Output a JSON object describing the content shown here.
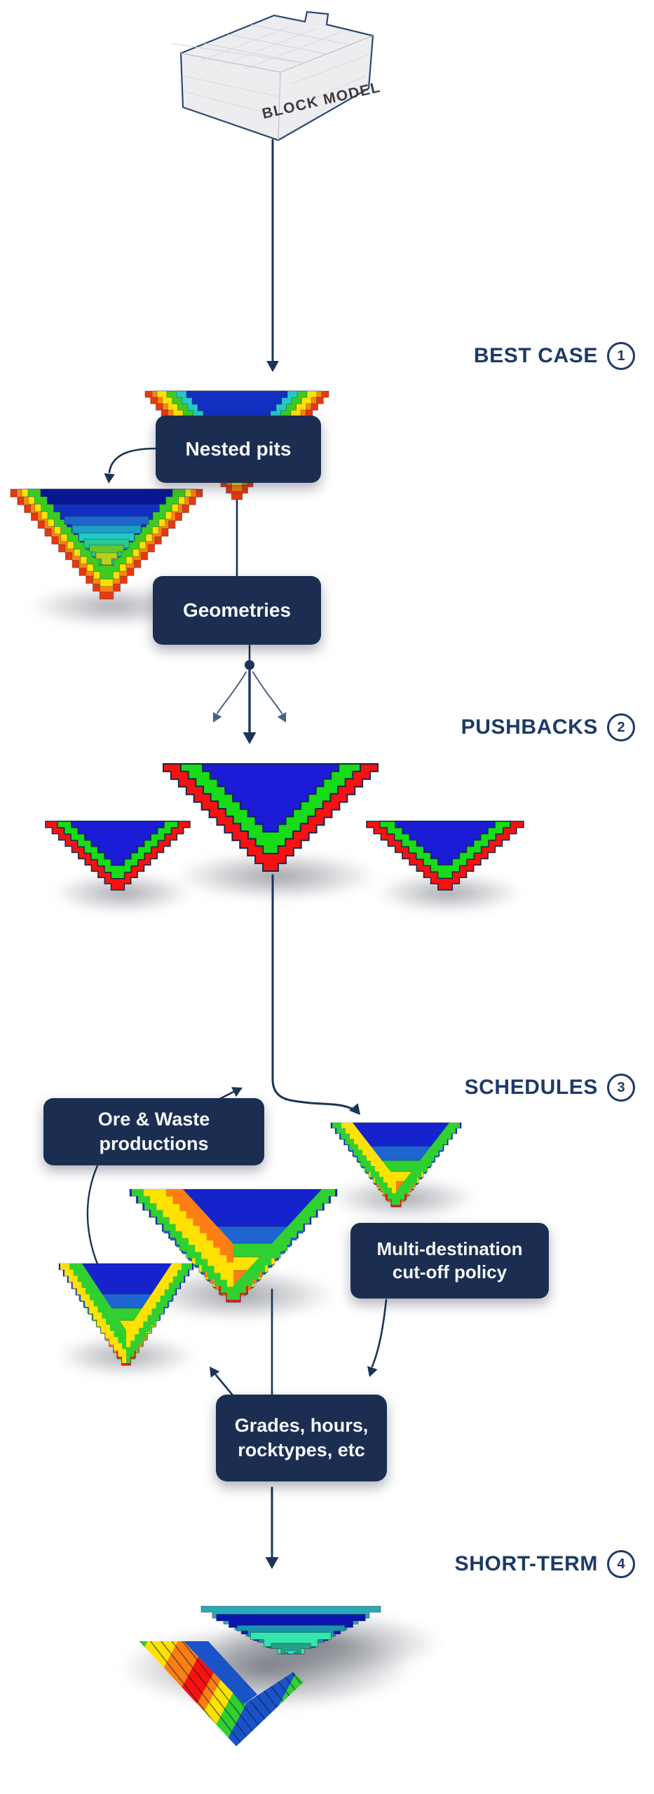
{
  "block_model": {
    "label": "BLOCK MODEL"
  },
  "steps": [
    {
      "label": "BEST CASE",
      "number": "1"
    },
    {
      "label": "PUSHBACKS",
      "number": "2"
    },
    {
      "label": "SCHEDULES",
      "number": "3"
    },
    {
      "label": "SHORT-TERM",
      "number": "4"
    }
  ],
  "boxes": {
    "nested_pits": {
      "label": "Nested pits"
    },
    "geometries": {
      "label": "Geometries"
    },
    "ore_waste": {
      "line1": "Ore & Waste",
      "line2": "productions"
    },
    "multi_destination": {
      "line1": "Multi-destination",
      "line2": "cut-off policy"
    },
    "grades": {
      "line1": "Grades, hours,",
      "line2": "rocktypes, etc"
    }
  },
  "colors": {
    "navy_box": "#1b2e51",
    "label": "#1d3a66",
    "line": "#1b3457",
    "line_soft": "#4a6480",
    "pit": {
      "red": "#f81111",
      "red_deep": "#e8380e",
      "orange": "#fd8514",
      "orange2": "#fd7e14",
      "yellow": "#ffe103",
      "green": "#3ccb22",
      "green_mid": "#2fd02f",
      "green_bright": "#17dc17",
      "blue": "#1b1bd8",
      "blue_dark": "#1423cc",
      "blue_mid": "#1e64d2",
      "navy_core": "#0a1793",
      "blue_core2": "#1130c0",
      "steel": "#2065c8",
      "teal": "#1b9fc4",
      "cyan": "#22c9c9",
      "sea": "#28c891",
      "lime": "#63c92c",
      "olive": "#b8cf1b",
      "bowl_teal": "#2aa9b6",
      "bowl_navy": "#0d13ad",
      "bowl_steel": "#1a93b2",
      "bowl_spring": "#33e6ac",
      "bowl_sea": "#2ba183",
      "bowl_cyan": "#1ae8da",
      "hatch_blue": "#1a52c8"
    }
  }
}
